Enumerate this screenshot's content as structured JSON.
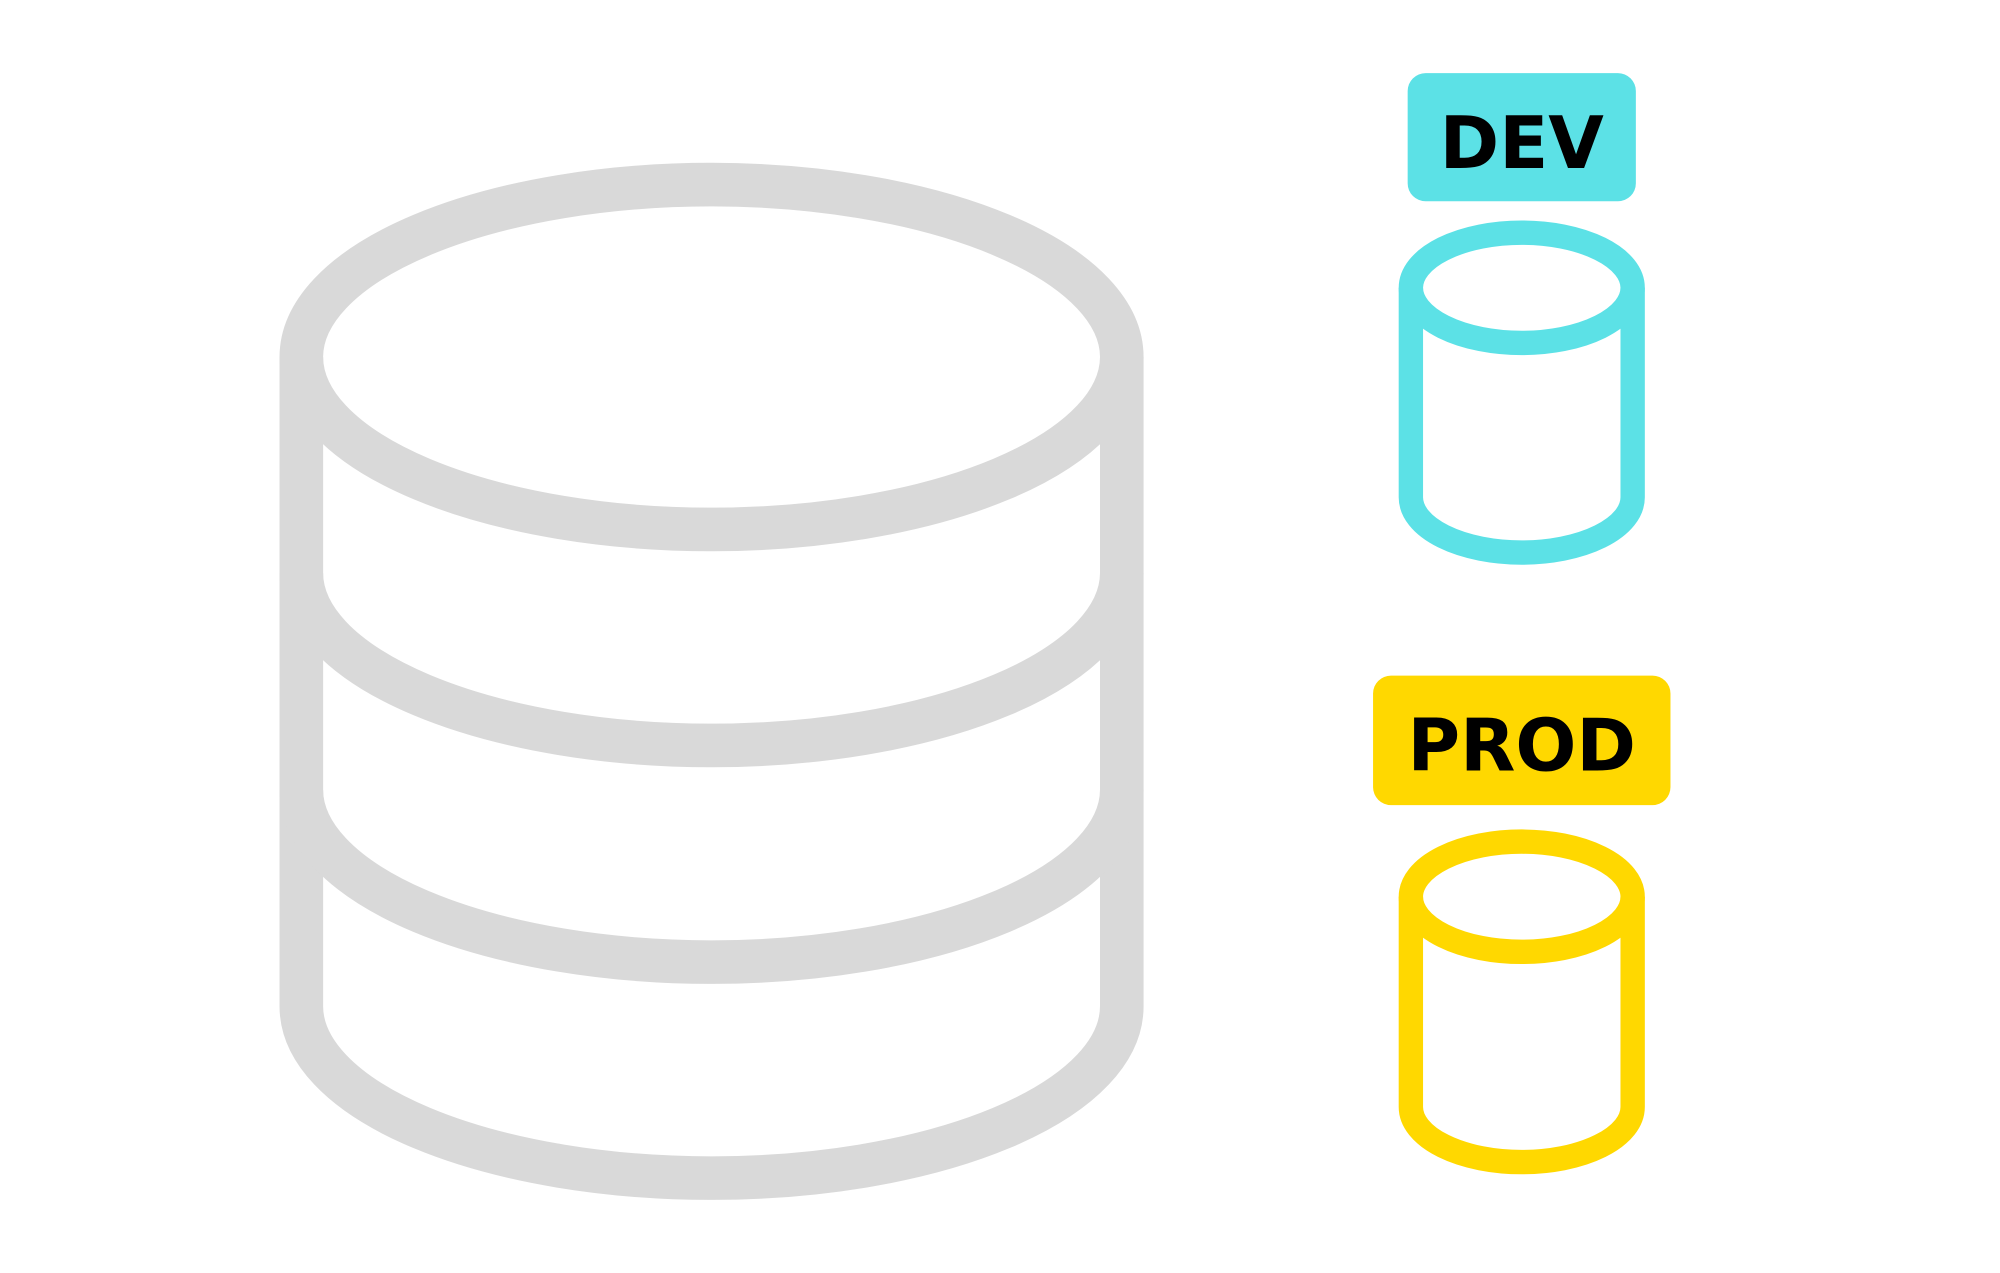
{
  "colors": {
    "main_db": "#d9d9d9",
    "dev": "#5ce1e6",
    "prod": "#ffd800",
    "label_text": "#000000",
    "background": "#ffffff"
  },
  "main_database": {
    "icon": "database-icon",
    "layers": 4
  },
  "environments": [
    {
      "label": "DEV",
      "icon": "cylinder-icon"
    },
    {
      "label": "PROD",
      "icon": "cylinder-icon"
    }
  ]
}
